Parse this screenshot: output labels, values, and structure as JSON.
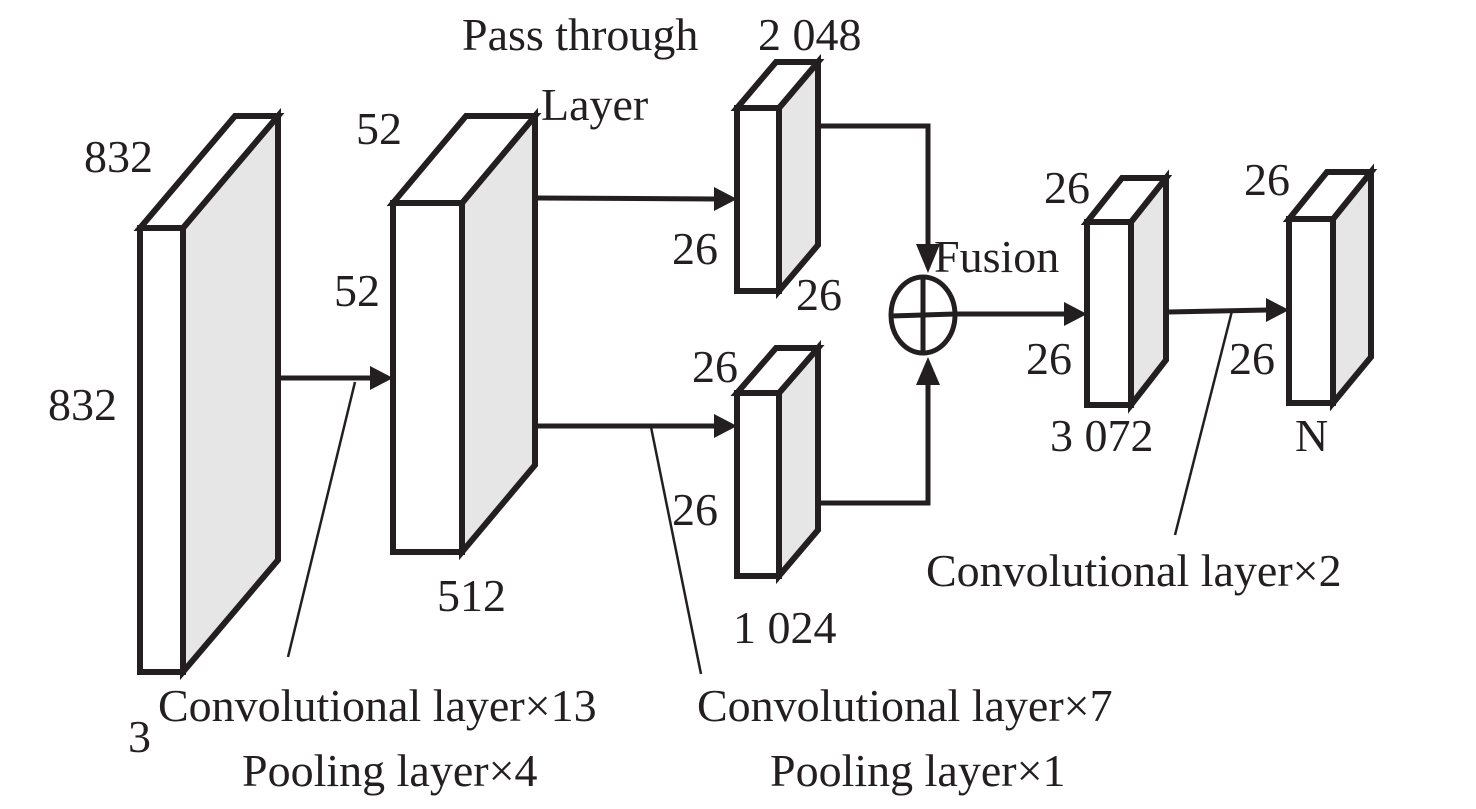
{
  "diagram": {
    "type": "cnn-architecture",
    "blocks": [
      {
        "id": "input",
        "width_label": "832",
        "height_label": "832",
        "depth_label": "3"
      },
      {
        "id": "backbone",
        "width_label": "52",
        "height_label": "52",
        "depth_label": "512"
      },
      {
        "id": "passthrough",
        "height_label": "26",
        "width_label": "26",
        "depth_label": "2 048"
      },
      {
        "id": "conv-branch",
        "width_label": "26",
        "height_label": "26",
        "depth_label": "1 024"
      },
      {
        "id": "fused",
        "width_label": "26",
        "height_label": "26",
        "depth_label": "3 072"
      },
      {
        "id": "output",
        "width_label": "26",
        "height_label": "26",
        "depth_label": "N"
      }
    ],
    "annotations": {
      "pass_through_line1": "Pass through",
      "pass_through_line2": "Layer",
      "fusion": "Fusion",
      "stage1_line1": "Convolutional layer×13",
      "stage1_line2": "Pooling layer×4",
      "stage2_line1": "Convolutional layer×7",
      "stage2_line2": "Pooling layer×1",
      "stage3_line1": "Convolutional layer×2"
    },
    "colors": {
      "stroke": "#231f20",
      "side_fill": "#e6e6e6",
      "front_fill": "#ffffff"
    }
  }
}
